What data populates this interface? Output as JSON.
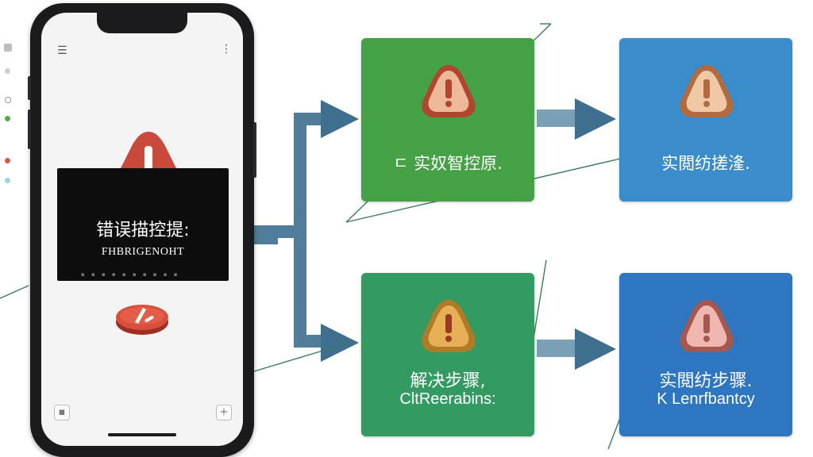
{
  "phone": {
    "error_title": "错误描控提:",
    "error_subtitle": "FHBRIGENOHT",
    "error_toolbar": "▪ ▪ ▪ ▪ ▪ ▪ ▪ ▪ ▪ ▪",
    "menu_icon": "list-icon",
    "more_icon": "more-vertical-icon",
    "bottom_left_icon": "square-icon",
    "bottom_right_icon": "plus-icon"
  },
  "steps": {
    "top_left": {
      "line1": "ㄷ 实奴智控原."
    },
    "top_right": {
      "line1": "实閲纺搓湰."
    },
    "bottom_left": {
      "line1": "解决步骤,",
      "line2": "CltReerabins:"
    },
    "bottom_right": {
      "line1": "实閲纺步骤.",
      "line2": "K Lenrfbantcy"
    }
  },
  "colors": {
    "green_dark": "#3f9a3e",
    "green_teal": "#2e9860",
    "blue": "#2f86c8",
    "blue_dark": "#2a6fb8",
    "arrow": "#3e6f8e",
    "warning_red": "#c9493a"
  }
}
